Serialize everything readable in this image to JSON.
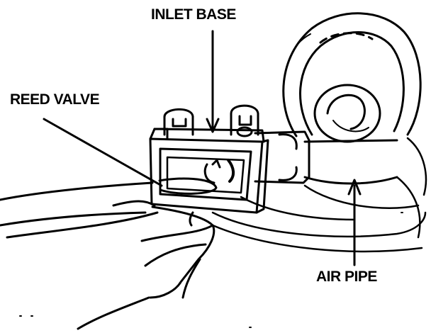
{
  "labels": {
    "inlet_base": "INLET BASE",
    "reed_valve": "REED VALVE",
    "air_pipe": "AIR PIPE"
  },
  "colors": {
    "ink": "#000000",
    "paper": "#ffffff"
  }
}
